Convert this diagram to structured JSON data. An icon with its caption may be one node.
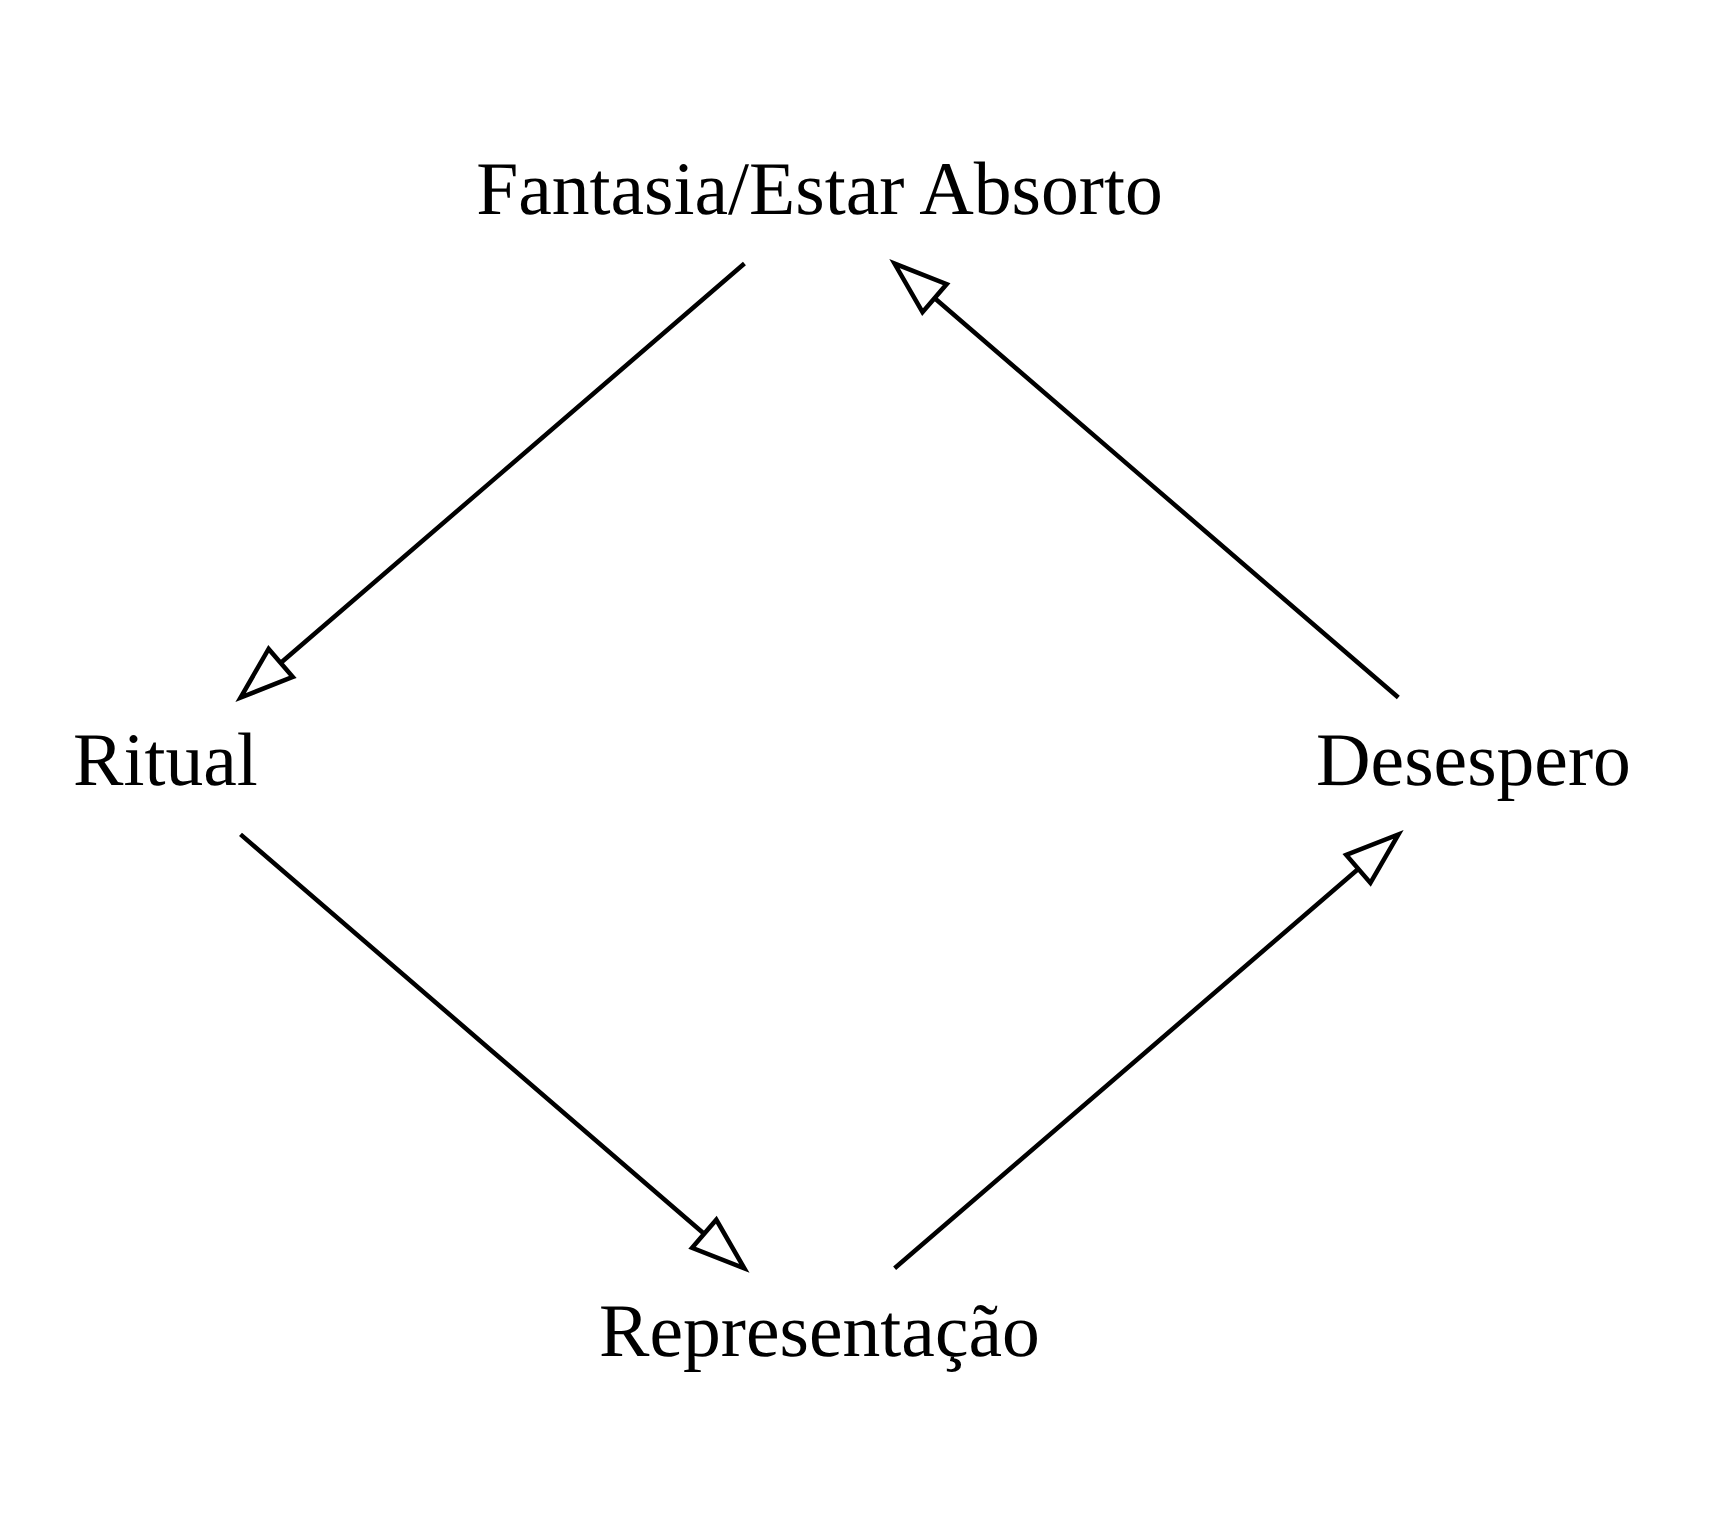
{
  "diagram": {
    "nodes": [
      {
        "text": [
          "Fantasia/Estar Absorto"
        ]
      },
      {
        "text": [
          "Ritual"
        ]
      },
      {
        "text": [
          "Representação"
        ]
      },
      {
        "text": [
          "Desespero"
        ]
      }
    ],
    "edges": [
      {
        "from": 0,
        "to": 1,
        "arrow": "to"
      },
      {
        "from": 1,
        "to": 2,
        "arrow": "to"
      },
      {
        "from": 2,
        "to": 3,
        "arrow": "to"
      },
      {
        "from": 3,
        "to": 0,
        "arrow": "to"
      }
    ]
  }
}
